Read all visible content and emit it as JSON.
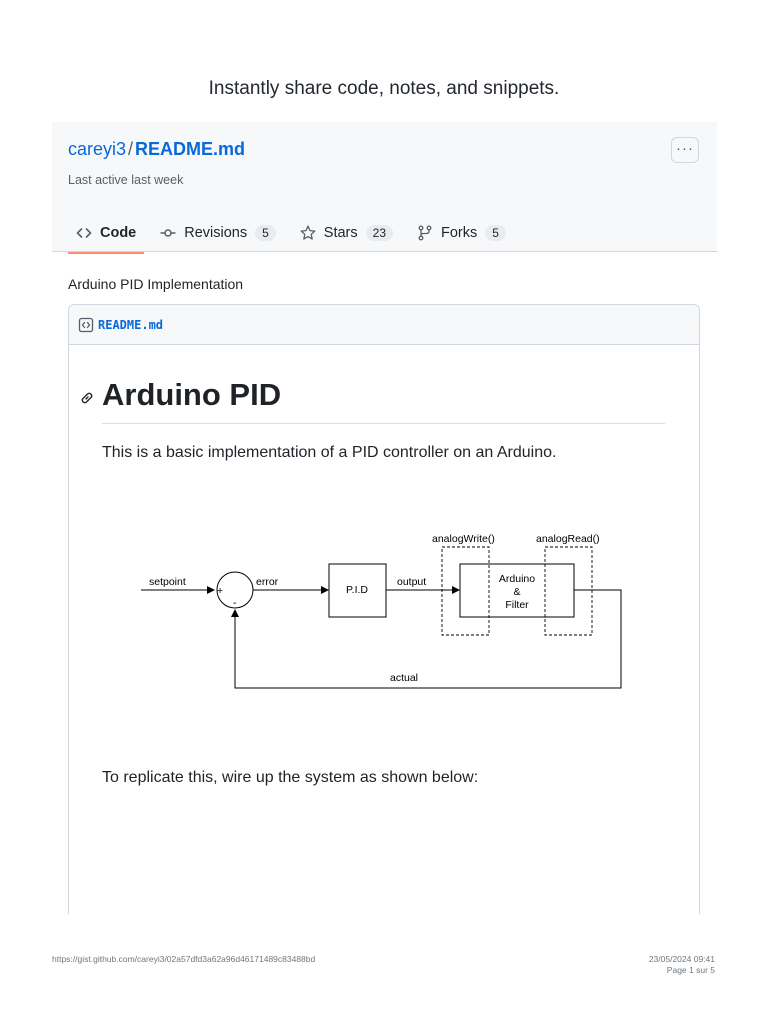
{
  "tagline": "Instantly share code, notes, and snippets.",
  "gist": {
    "owner": "careyi3",
    "separator": "/",
    "filename": "README.md",
    "last_active": "Last active last week",
    "more_label": "···"
  },
  "tabs": [
    {
      "label": "Code",
      "icon": "code-icon",
      "selected": true
    },
    {
      "label": "Revisions",
      "count": "5",
      "icon": "commit-icon"
    },
    {
      "label": "Stars",
      "count": "23",
      "icon": "star-icon"
    },
    {
      "label": "Forks",
      "count": "5",
      "icon": "fork-icon"
    }
  ],
  "description": "Arduino PID Implementation",
  "file": {
    "name": "README.md",
    "heading": "Arduino PID",
    "intro": "This is a basic implementation of a PID controller on an Arduino.",
    "wire_text": "To replicate this, wire up the system as shown below:"
  },
  "diagram": {
    "setpoint": "setpoint",
    "plus": "+",
    "minus": "-",
    "error": "error",
    "pid": "P.I.D",
    "output": "output",
    "analog_write": "analogWrite()",
    "analog_read": "analogRead()",
    "arduino_line1": "Arduino",
    "arduino_line2": "&",
    "arduino_line3": "Filter",
    "actual": "actual"
  },
  "footer": {
    "url": "https://gist.github.com/careyi3/02a57dfd3a62a96d46171489c83488bd",
    "date": "23/05/2024 09:41",
    "page": "Page 1 sur 5"
  }
}
